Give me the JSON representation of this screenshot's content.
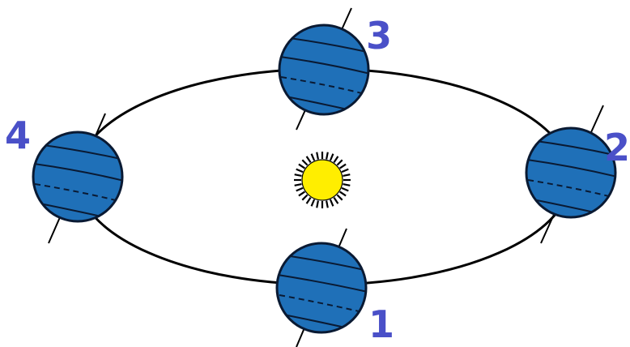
{
  "diagram": {
    "labels": [
      "1",
      "2",
      "3",
      "4"
    ],
    "colors": {
      "planet_fill": "#1f70b8",
      "planet_stroke": "#0a1a33",
      "label": "#4a50c8",
      "sun_fill": "#ffee00",
      "sun_ray": "#000000",
      "orbit": "#000000"
    },
    "icons": {
      "sun": "sun-icon",
      "planet": "planet-globe-icon"
    }
  }
}
